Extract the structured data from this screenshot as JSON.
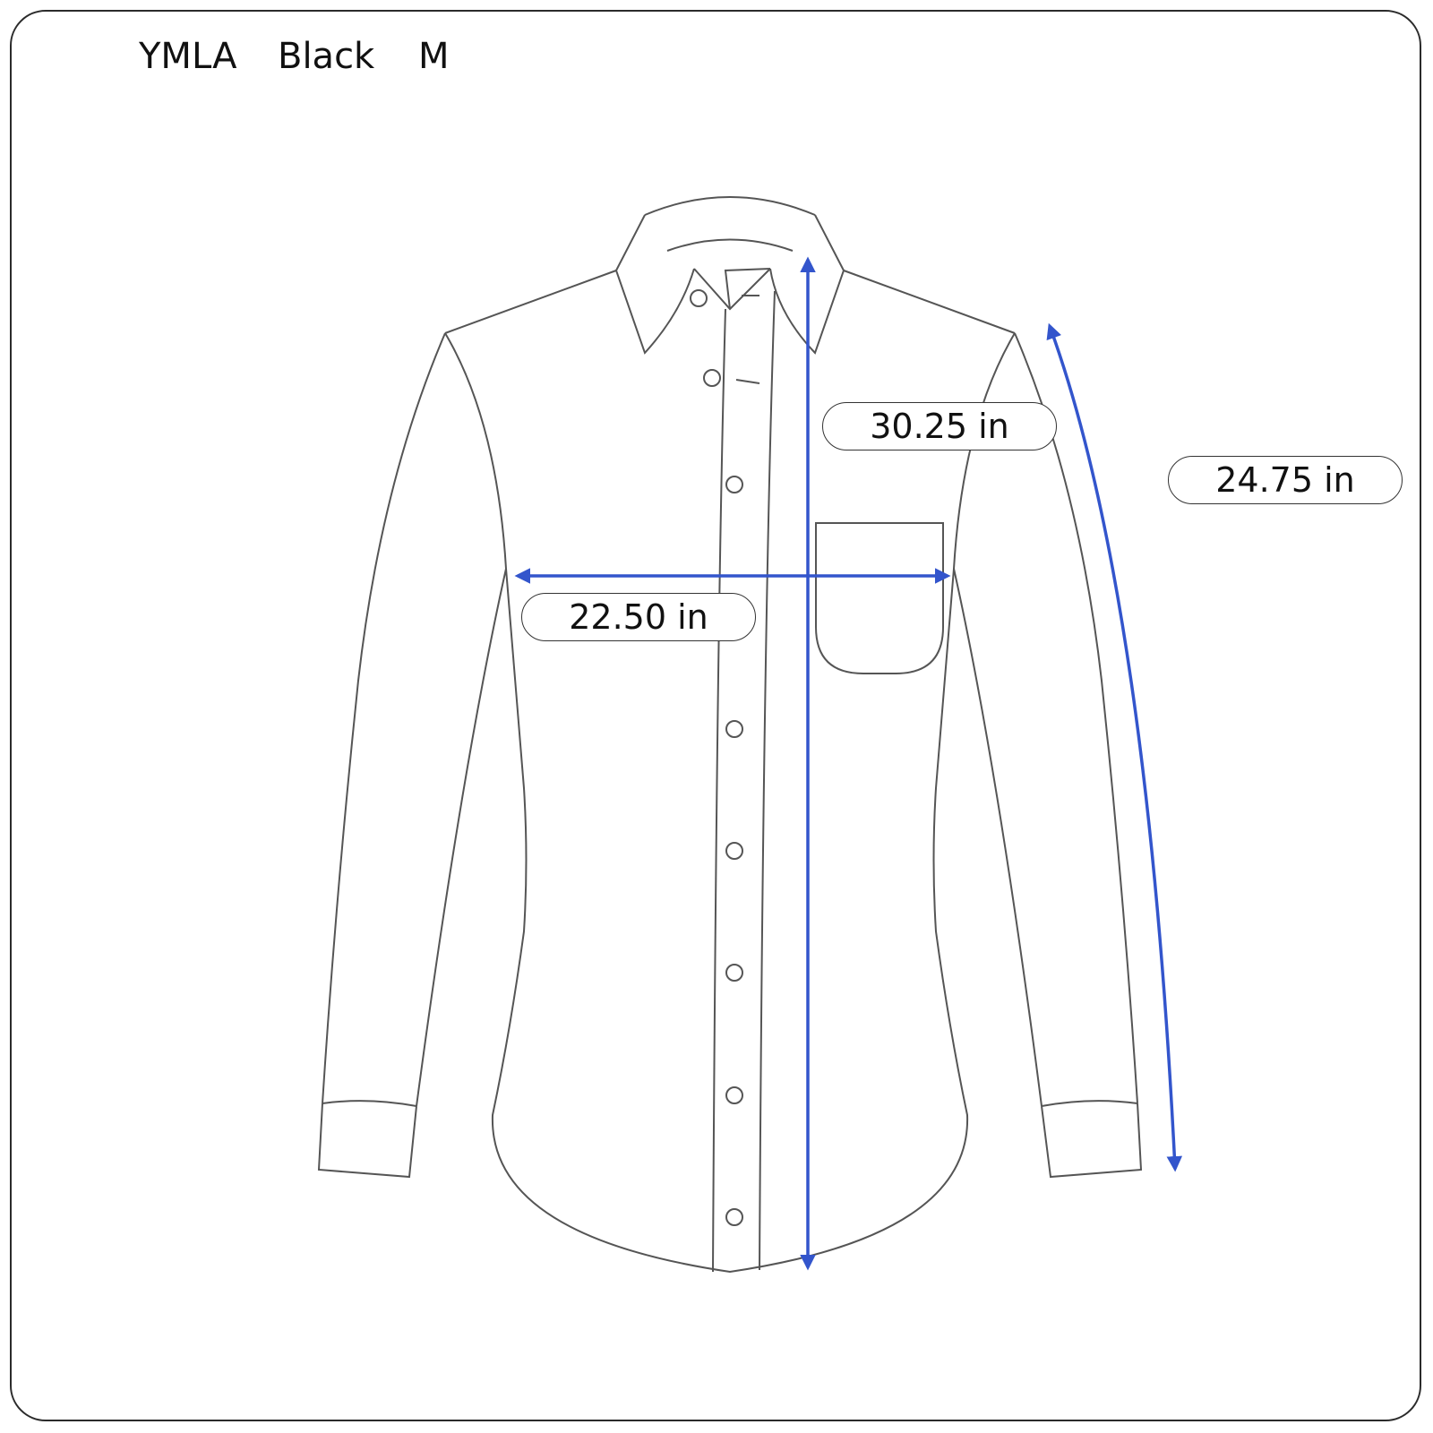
{
  "header": {
    "brand": "YMLA",
    "color": "Black",
    "size": "M"
  },
  "measurements": {
    "length": "30.25 in",
    "sleeve": "24.75 in",
    "chest": "22.50 in"
  },
  "colors": {
    "outline": "#555555",
    "arrow": "#3355cc",
    "frame": "#2b2b2b"
  }
}
